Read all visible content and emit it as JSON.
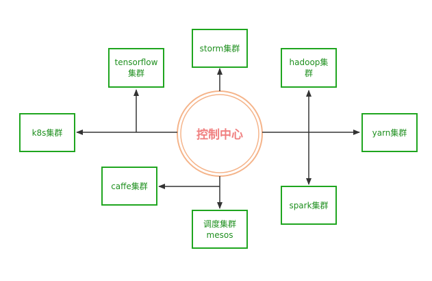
{
  "center": {
    "label": "控制中心"
  },
  "nodes": {
    "storm": {
      "label": "storm集群"
    },
    "tensorflow": {
      "label": "tensorflow\n集群"
    },
    "hadoop": {
      "label": "hadoop集\n群"
    },
    "k8s": {
      "label": "k8s集群"
    },
    "yarn": {
      "label": "yarn集群"
    },
    "caffe": {
      "label": "caffe集群"
    },
    "spark": {
      "label": "spark集群"
    },
    "mesos": {
      "label": "调度集群\nmesos"
    }
  },
  "colors": {
    "node_border": "#1ea51e",
    "node_text": "#1e8f1e",
    "center_ring": "#f5b48a",
    "center_text": "#f08080",
    "edge": "#333333"
  }
}
